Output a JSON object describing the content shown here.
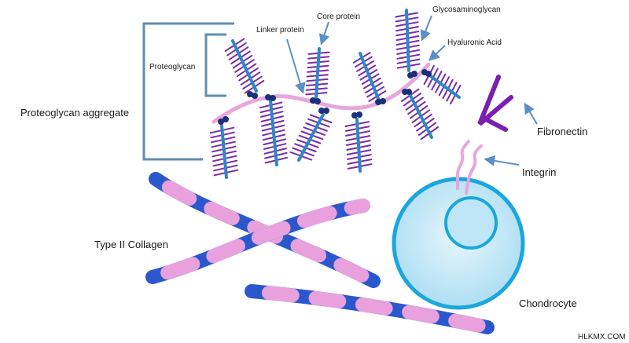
{
  "labels": {
    "proteoglycan_aggregate": "Proteoglycan aggregate",
    "proteoglycan": "Proteoglycan",
    "linker_protein": "Linker protein",
    "core_protein": "Core protein",
    "glycosaminoglycan": "Glycosaminoglycan",
    "hyaluronic_acid": "Hyaluronic Acid",
    "fibronectin": "Fibronectin",
    "integrin": "Integrin",
    "type_ii_collagen": "Type II Collagen",
    "chondrocyte": "Chondrocyte"
  },
  "watermark": "HLKMX.COM",
  "colors": {
    "core_blue": "#2f86c8",
    "gag_purple": "#7a2aa6",
    "hyaluronic_pink": "#e8a6dc",
    "linker_navy": "#1b2f7a",
    "collagen_blue": "#2a58cc",
    "collagen_pink": "#e9a1dd",
    "cell_outline": "#1aa6df",
    "cell_fill": "#bfe6f6",
    "fibronectin_purple": "#7a1fb0",
    "arrow_blue": "#5b8fc9",
    "bracket": "#5e8fb1"
  }
}
